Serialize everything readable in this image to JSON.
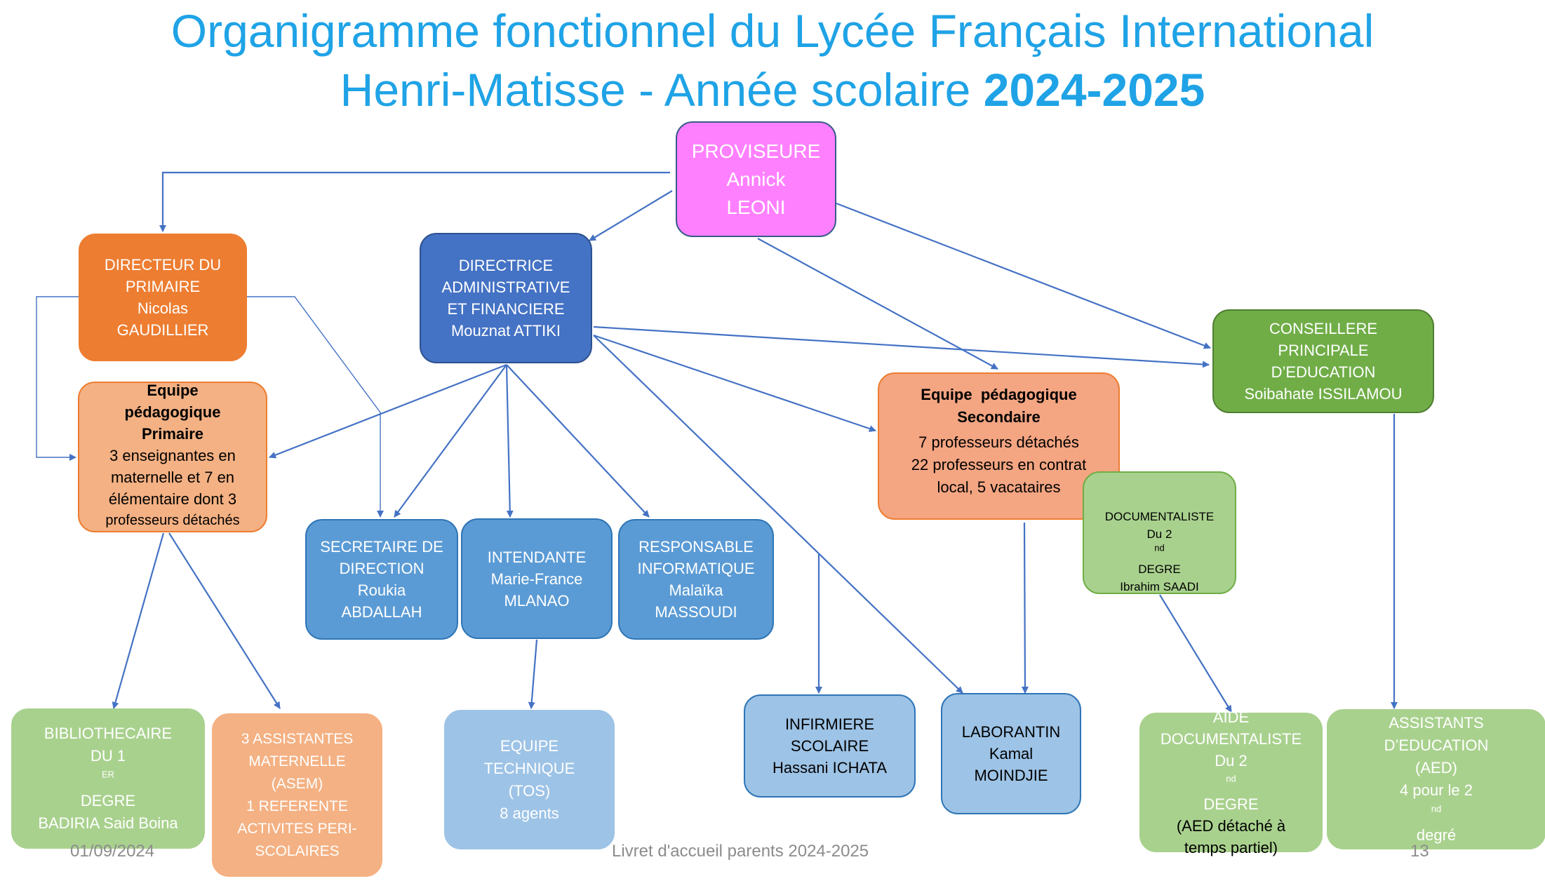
{
  "title": {
    "line1": "Organigramme fonctionnel du Lycée Français International",
    "line2_prefix": "Henri-Matisse - Année scolaire ",
    "year": "2024-2025"
  },
  "boxes": {
    "proviseure": {
      "l1": "PROVISEURE",
      "l2": "Annick",
      "l3": "LEONI"
    },
    "directeur_primaire": {
      "l1": "DIRECTEUR DU",
      "l2": "PRIMAIRE",
      "l3": "Nicolas",
      "l4": "GAUDILLIER"
    },
    "daf": {
      "l1": "DIRECTRICE",
      "l2": "ADMINISTRATIVE",
      "l3": "ET FINANCIERE",
      "l4": "Mouznat ATTIKI"
    },
    "cpe": {
      "l1": "CONSEILLERE",
      "l2": "PRINCIPALE",
      "l3": "D’EDUCATION",
      "l4": "Soibahate ISSILAMOU"
    },
    "equipe_primaire": {
      "l1": "Equipe",
      "l2": "pédagogique",
      "l3": "Primaire",
      "l4": "3 enseignantes en",
      "l5": "maternelle et 7 en",
      "l6": "élémentaire dont 3",
      "l7": "professeurs détachés"
    },
    "equipe_secondaire": {
      "l1": "Equipe  pédagogique",
      "l2": "Secondaire",
      "l3": "7 professeurs détachés",
      "l4": "22 professeurs en contrat",
      "l5": "local, 5 vacataires"
    },
    "documentaliste": {
      "l1": "DOCUMENTALISTE",
      "l2a": "Du 2",
      "l2sup": "nd",
      "l2b": " DEGRE",
      "l3": "Ibrahim SAADI"
    },
    "secretaire": {
      "l1": "SECRETAIRE DE",
      "l2": "DIRECTION",
      "l3": "Roukia",
      "l4": "ABDALLAH"
    },
    "intendante": {
      "l1": "INTENDANTE",
      "l2": "Marie-France",
      "l3": "MLANAO"
    },
    "informatique": {
      "l1": "RESPONSABLE",
      "l2": "INFORMATIQUE",
      "l3": "Malaïka",
      "l4": "MASSOUDI"
    },
    "bibliothecaire": {
      "l1": "BIBLIOTHECAIRE",
      "l2a": "DU 1",
      "l2sup": "ER",
      "l2b": " DEGRE",
      "l3": "BADIRIA Said Boina"
    },
    "asem": {
      "l1": "3 ASSISTANTES",
      "l2": "MATERNELLE",
      "l3": "(ASEM)",
      "l4": "1 REFERENTE",
      "l5": "ACTIVITES PERI-",
      "l6": "SCOLAIRES"
    },
    "equipe_technique": {
      "l1": "EQUIPE",
      "l2": "TECHNIQUE",
      "l3": "(TOS)",
      "l4": "8 agents"
    },
    "infirmiere": {
      "l1": "INFIRMIERE",
      "l2": "SCOLAIRE",
      "l3": "Hassani ICHATA"
    },
    "laborantin": {
      "l1": "LABORANTIN",
      "l2": "Kamal",
      "l3": "MOINDJIE"
    },
    "aide_doc": {
      "l1": "AIDE",
      "l2": "DOCUMENTALISTE",
      "l3a": "Du 2",
      "l3sup": "nd",
      "l3b": " DEGRE",
      "l4": "(AED détaché à",
      "l5": "temps partiel)"
    },
    "aed": {
      "l1": "ASSISTANTS",
      "l2": "D’EDUCATION",
      "l3": "(AED)",
      "l4a": "4 pour le 2",
      "l4sup": "nd",
      "l4b": " degré"
    }
  },
  "footer": {
    "date": "01/09/2024",
    "center": "Livret d'accueil parents 2024-2025",
    "page": "13"
  },
  "colors": {
    "title": "#1fa3e6",
    "proviseure": "#ff80ff",
    "orange": "#ed7d31",
    "blue_dark": "#4472c4",
    "blue_mid": "#5b9bd5",
    "blue_light": "#9dc3e6",
    "green_dark": "#70ad47",
    "green_light": "#a9d18e",
    "salmon": "#f4b183",
    "line": "#4472c4"
  }
}
